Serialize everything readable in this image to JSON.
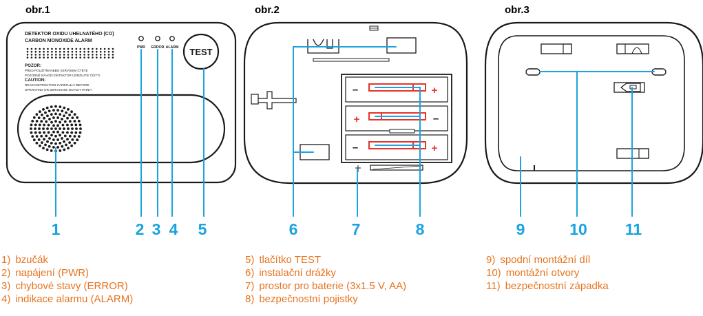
{
  "figures": [
    {
      "title": "obr.1"
    },
    {
      "title": "obr.2"
    },
    {
      "title": "obr.3"
    }
  ],
  "device_front": {
    "heading_line1": "DETEKTOR OXIDU UHELNATÉHO (CO)",
    "heading_line2": "CARBON MONOXIDE ALARM",
    "warning_title": "POZOR:",
    "warning_line1": "PŘED POUŽITÍM NEBO SERVISEM ČTĚTE",
    "warning_line2": "POZORNĚ NÁVOD! DETEKTOR UDRŽUJTE ČISTÝ!",
    "caution_title": "CAUTION:",
    "caution_line1": "READ INSTRUCTION CAREFULLY BEFORE",
    "caution_line2": "OPERATING OR SERVICING! DO NOT PAINT!",
    "led_labels": [
      "PWR",
      "ERROR",
      "ALARM"
    ],
    "test_button": "TEST"
  },
  "battery_signs": {
    "minus": "–",
    "plus": "+"
  },
  "callout_numbers": [
    "1",
    "2",
    "3",
    "4",
    "5",
    "6",
    "7",
    "8",
    "9",
    "10",
    "11"
  ],
  "legend": {
    "column1": [
      {
        "num": "1)",
        "label": "bzučák"
      },
      {
        "num": "2)",
        "label": "napájení (PWR)"
      },
      {
        "num": "3)",
        "label": "chybové stavy (ERROR)"
      },
      {
        "num": "4)",
        "label": "indikace alarmu (ALARM)"
      }
    ],
    "column2": [
      {
        "num": "5)",
        "label": "tlačítko TEST"
      },
      {
        "num": "6)",
        "label": "instalační drážky"
      },
      {
        "num": "7)",
        "label": "prostor pro baterie (3x1.5 V, AA)"
      },
      {
        "num": "8)",
        "label": "bezpečnostní pojistky"
      }
    ],
    "column3": [
      {
        "num": "9)",
        "label": "spodní montážní díl"
      },
      {
        "num": "10)",
        "label": "montážní otvory"
      },
      {
        "num": "11)",
        "label": "bezpečnostní západka"
      }
    ]
  },
  "colors": {
    "accent": "#1aa3e0",
    "battery_red": "#e8332a",
    "legend_text": "#e8731e",
    "line": "#1a1a1a"
  }
}
